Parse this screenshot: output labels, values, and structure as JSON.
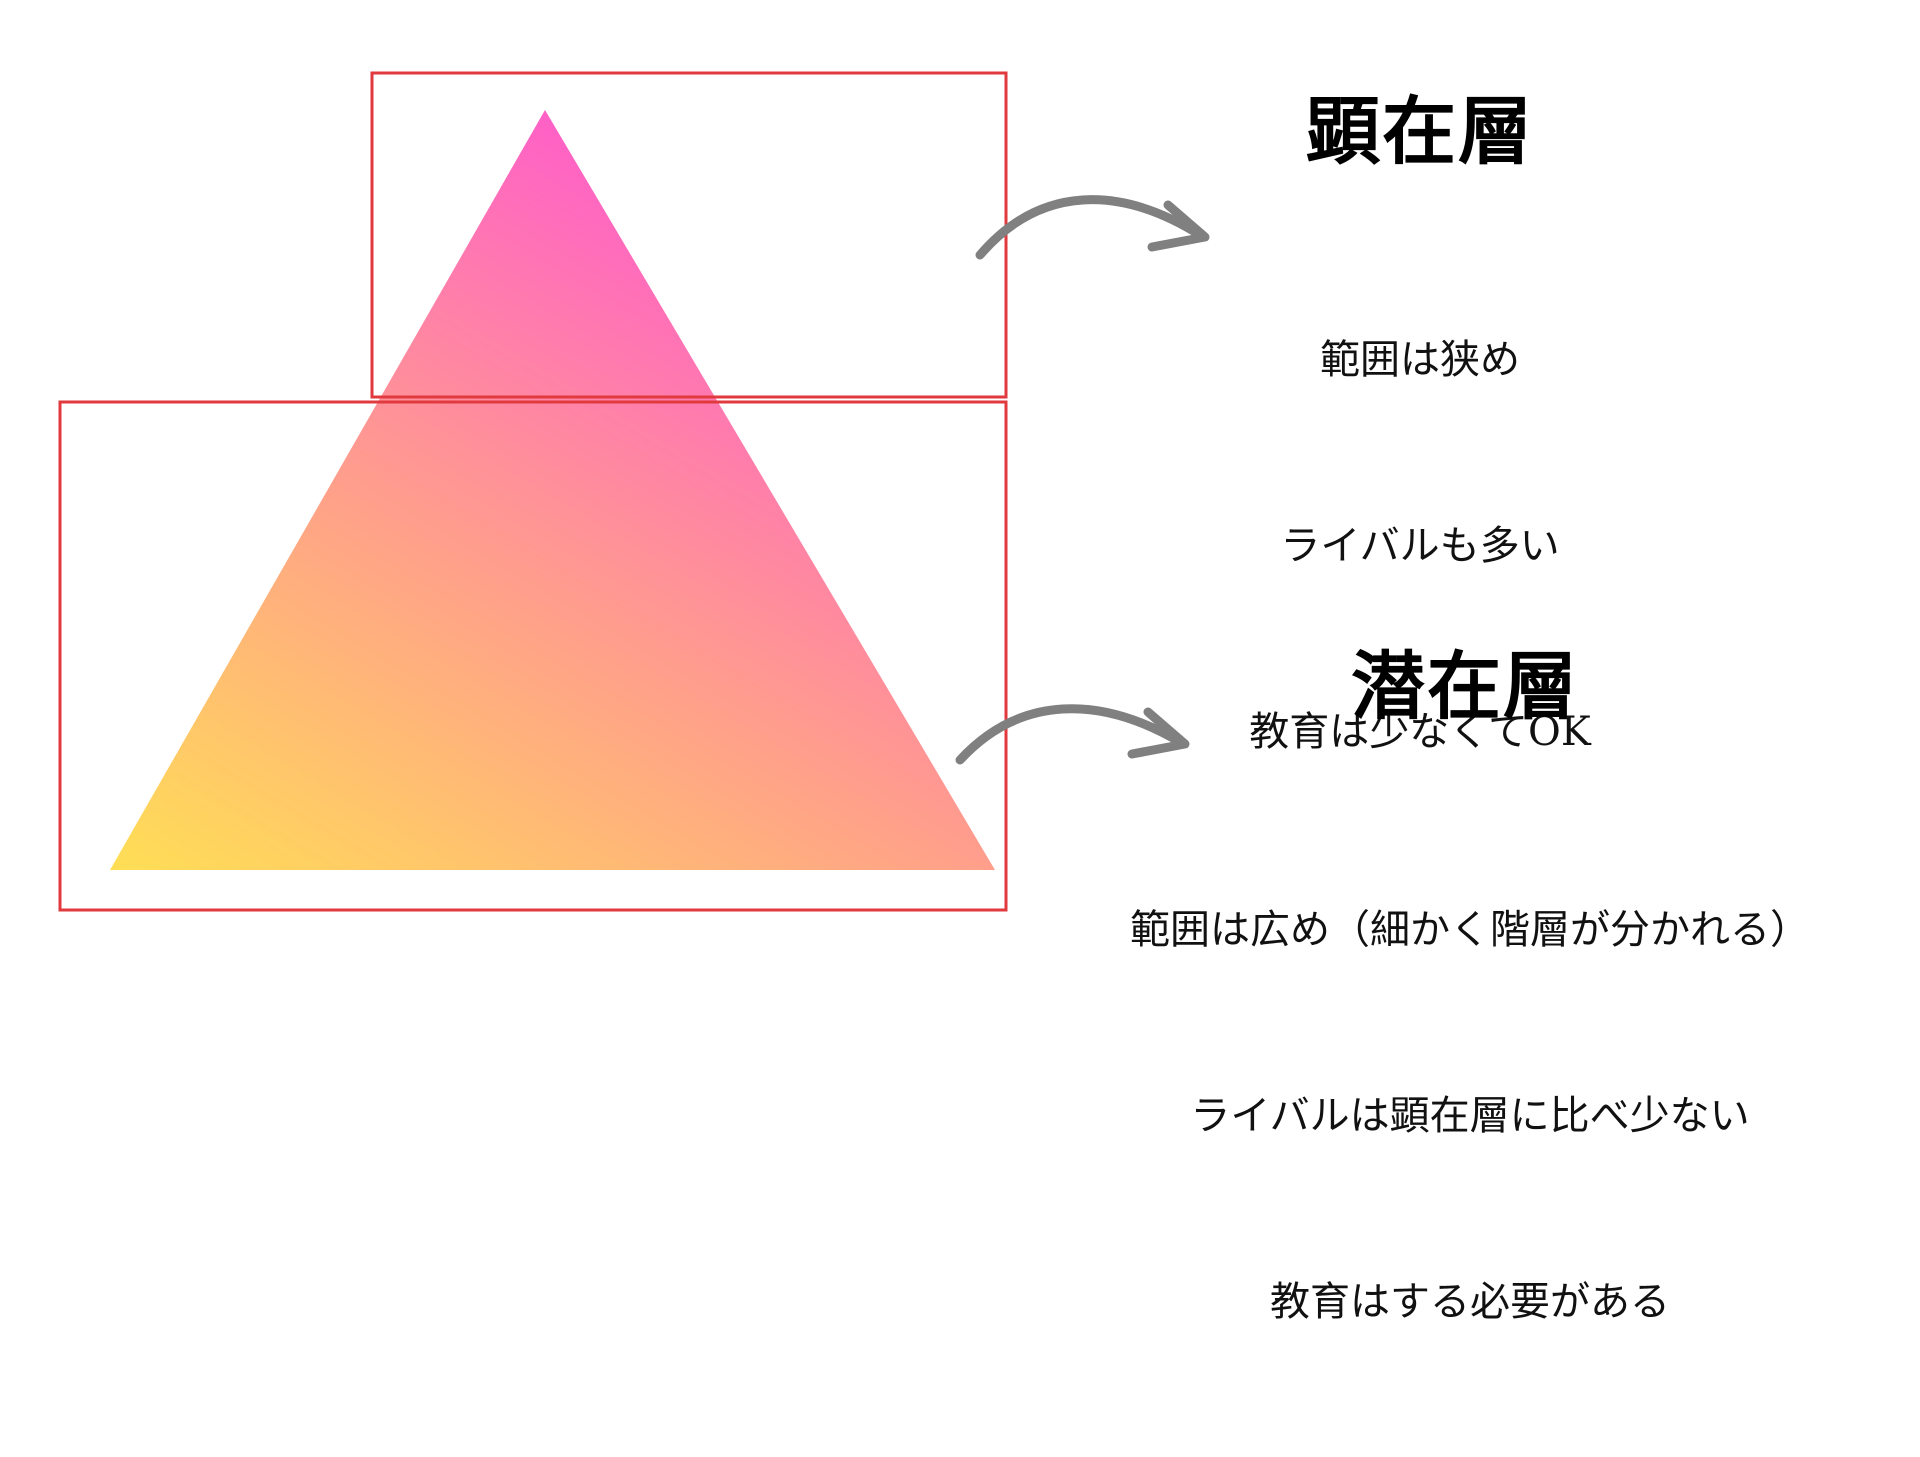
{
  "diagram": {
    "type": "pyramid-layers",
    "colors": {
      "box_border": "#e0393e",
      "arrow": "#808080",
      "gradient_top": "#ff5fc8",
      "gradient_bottom_left": "#ffdf55",
      "gradient_mid": "#ff9f8a",
      "text": "#000000"
    },
    "top_layer": {
      "title": "顕在層",
      "lines": [
        "範囲は狭め",
        "ライバルも多い",
        "教育は少なくてOK"
      ]
    },
    "bottom_layer": {
      "title": "潜在層",
      "lines": [
        "範囲は広め（細かく階層が分かれる）",
        "ライバルは顕在層に比べ少ない",
        "教育はする必要がある"
      ]
    }
  }
}
